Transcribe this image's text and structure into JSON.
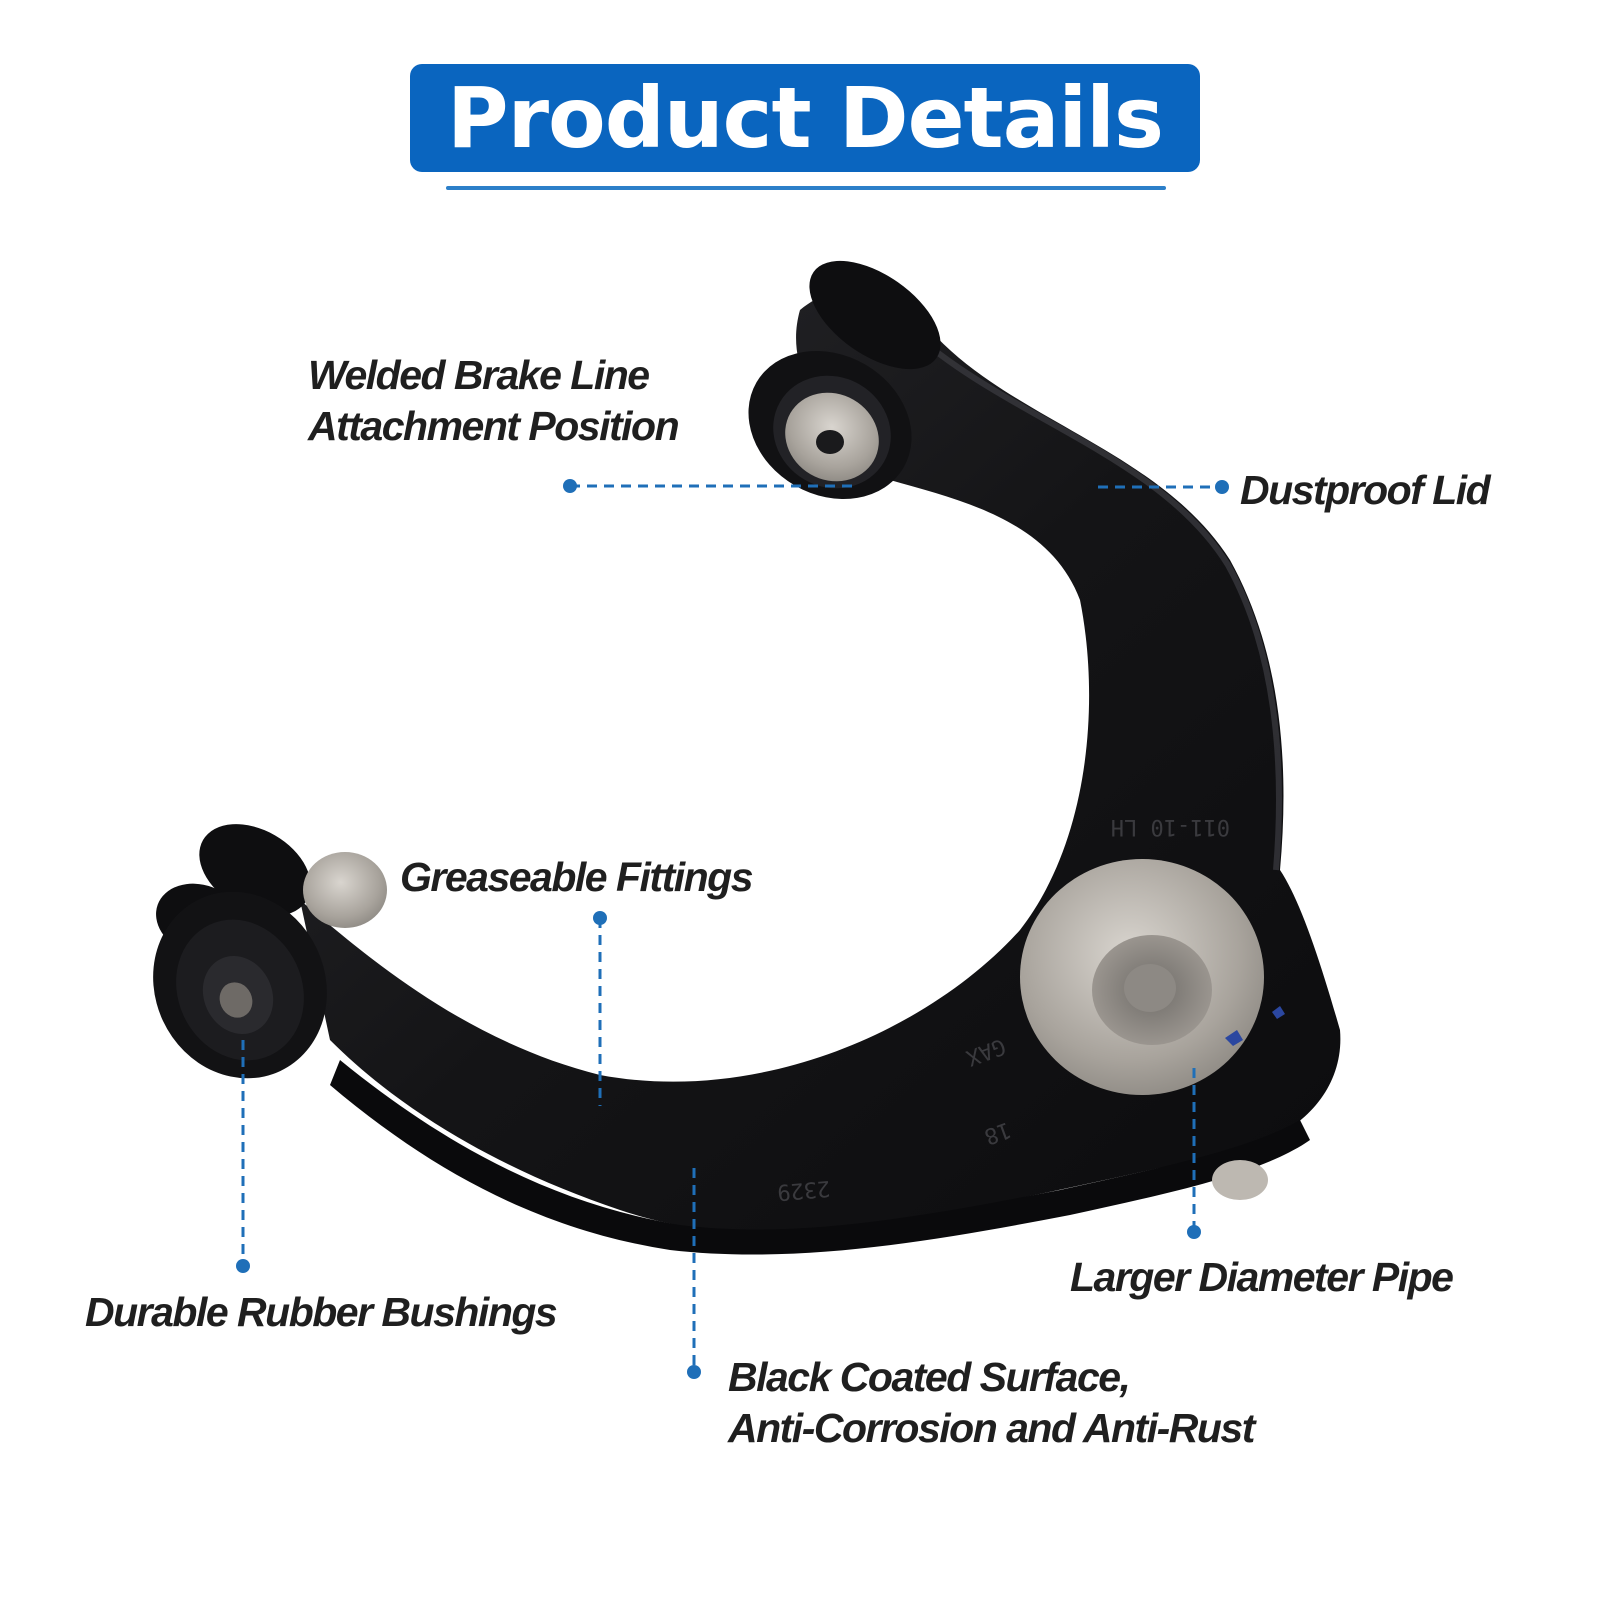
{
  "title": "Product Details",
  "labels": {
    "welded": {
      "line1": "Welded Brake Line",
      "line2": "Attachment Position"
    },
    "dustproof": "Dustproof Lid",
    "greaseable": "Greaseable Fittings",
    "bushings": "Durable Rubber Bushings",
    "pipe": "Larger Diameter Pipe",
    "coated": {
      "line1": "Black Coated Surface,",
      "line2": "Anti-Corrosion and Anti-Rust"
    }
  },
  "part_markings": {
    "code1": "011-10 LH",
    "code2": "GAX",
    "code3": "18",
    "code4": "2329"
  },
  "colors": {
    "accent_blue": "#0a65bf",
    "leader_blue": "#1f6fb8",
    "text_dark": "#1f1f1f",
    "arm_black": "#141416"
  }
}
